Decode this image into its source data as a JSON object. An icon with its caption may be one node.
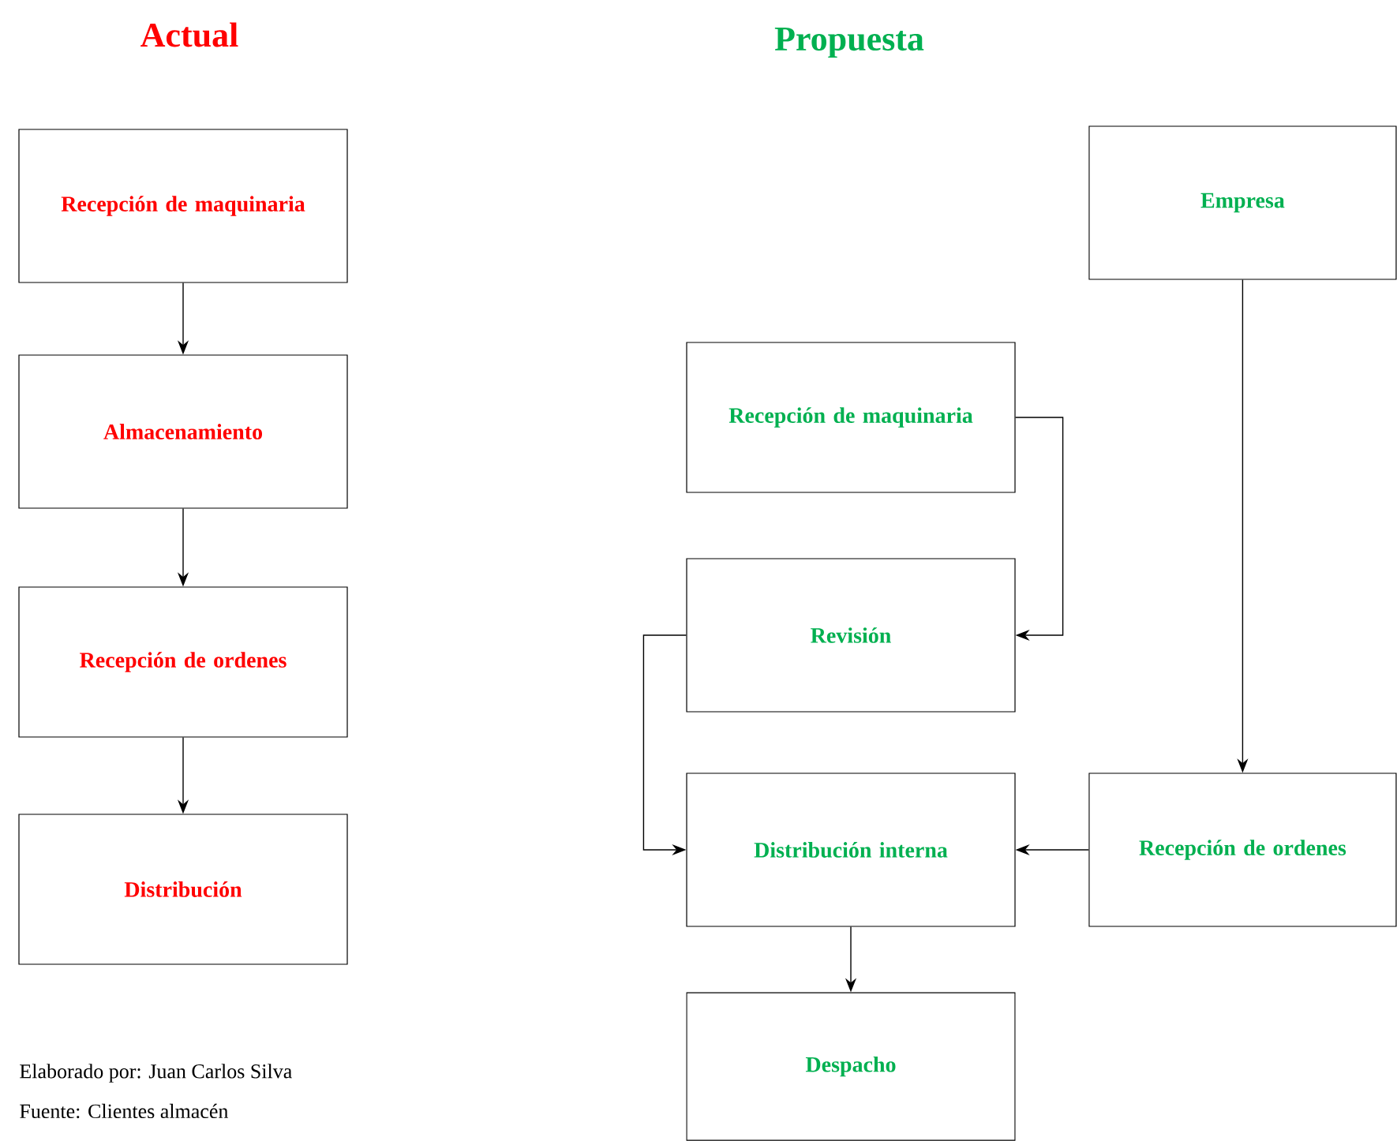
{
  "diagram": {
    "nodes": [
      {
        "text": [
          "Recepción de maquinaria"
        ]
      },
      {
        "text": [
          "Almacenamiento"
        ]
      },
      {
        "text": [
          "Recepción de ordenes"
        ]
      },
      {
        "text": [
          "Distribución"
        ]
      },
      {
        "text": [
          "Empresa"
        ]
      },
      {
        "text": [
          "Recepción de maquinaria"
        ]
      },
      {
        "text": [
          "Revisión"
        ]
      },
      {
        "text": [
          "Distribución interna"
        ]
      },
      {
        "text": [
          "Recepción de ordenes"
        ]
      },
      {
        "text": [
          "Despacho"
        ]
      }
    ],
    "edges": [
      {
        "from": 0,
        "to": 1,
        "arrow": "to"
      },
      {
        "from": 1,
        "to": 2,
        "arrow": "to"
      },
      {
        "from": 2,
        "to": 3,
        "arrow": "to"
      },
      {
        "from": 4,
        "to": 8,
        "arrow": "to"
      },
      {
        "from": 5,
        "to": 6,
        "arrow": "to"
      },
      {
        "from": 6,
        "to": 7,
        "arrow": "to"
      },
      {
        "from": 8,
        "to": 7,
        "arrow": "to"
      },
      {
        "from": 7,
        "to": 9,
        "arrow": "to"
      }
    ],
    "labels": [
      "Actual",
      "Propuesta",
      "Elaborado por: Juan Carlos Silva",
      "Fuente: Clientes almacén"
    ]
  }
}
